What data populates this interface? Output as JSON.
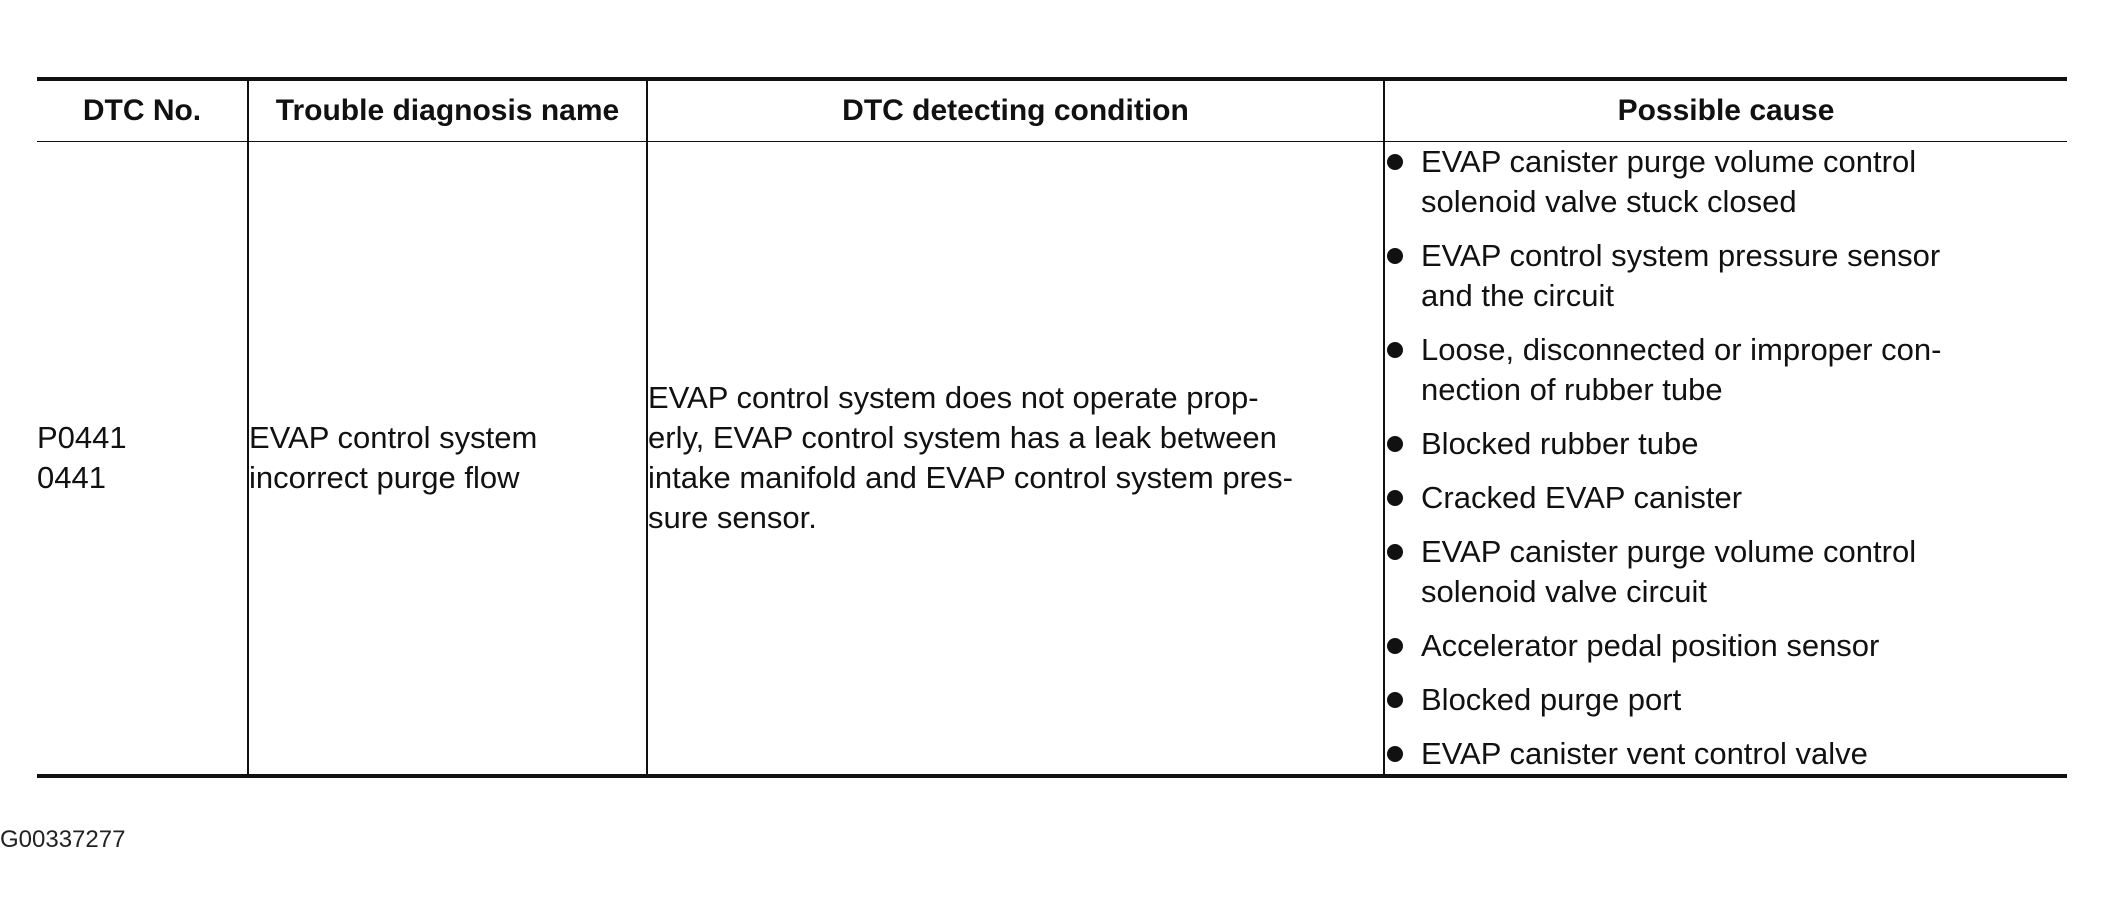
{
  "table": {
    "headers": [
      "DTC No.",
      "Trouble diagnosis name",
      "DTC detecting condition",
      "Possible cause"
    ],
    "row": {
      "dtc_no": [
        "P0441",
        "0441"
      ],
      "name": [
        "EVAP control system",
        "incorrect purge flow"
      ],
      "condition": [
        "EVAP control system does not operate prop-",
        "erly, EVAP control system has a leak between",
        "intake manifold and EVAP control system pres-",
        "sure sensor."
      ],
      "causes": [
        [
          "EVAP canister purge volume control",
          "solenoid valve stuck closed"
        ],
        [
          "EVAP control system pressure sensor",
          "and the circuit"
        ],
        [
          "Loose, disconnected or improper con-",
          "nection of rubber tube"
        ],
        [
          "Blocked rubber tube"
        ],
        [
          "Cracked EVAP canister"
        ],
        [
          "EVAP canister purge volume control",
          "solenoid valve circuit"
        ],
        [
          "Accelerator pedal position sensor"
        ],
        [
          "Blocked purge port"
        ],
        [
          "EVAP canister vent control valve"
        ]
      ]
    }
  },
  "figure_id": "G00337277"
}
